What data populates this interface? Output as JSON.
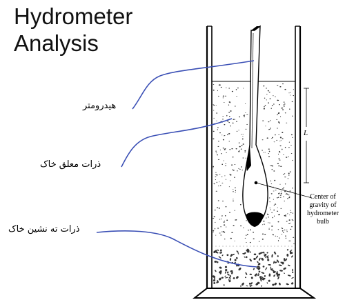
{
  "title": {
    "line1": "Hydrometer",
    "line2": "Analysis"
  },
  "labels": {
    "hydrometer": "هیدرومتر",
    "suspended_particles": "ذرات معلق خاک",
    "settled_particles": "ذرات ته نشین خاک",
    "center_of_gravity": [
      "Center of",
      "gravity of",
      "hydrometer",
      "bulb"
    ],
    "length_symbol": "L"
  },
  "colors": {
    "leader_lines": "#3a4fb5",
    "outline": "#000000",
    "speckle": "#333333"
  }
}
